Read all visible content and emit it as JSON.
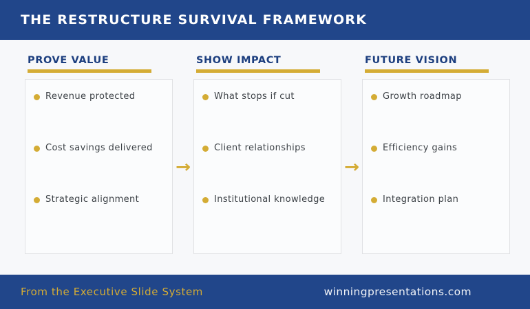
{
  "header": {
    "title": "THE RESTRUCTURE SURVIVAL FRAMEWORK"
  },
  "columns": [
    {
      "title": "PROVE VALUE",
      "items": [
        "Revenue protected",
        "Cost savings delivered",
        "Strategic alignment"
      ]
    },
    {
      "title": "SHOW IMPACT",
      "items": [
        "What stops if cut",
        "Client relationships",
        "Institutional knowledge"
      ]
    },
    {
      "title": "FUTURE VISION",
      "items": [
        "Growth roadmap",
        "Efficiency gains",
        "Integration plan"
      ]
    }
  ],
  "arrow": {
    "glyph": "→"
  },
  "footer": {
    "left": "From the Executive Slide System",
    "right": "winningpresentations.com"
  },
  "colors": {
    "navy": "#21468a",
    "gold": "#d4ac35",
    "heading_navy": "#1d3f7f",
    "body_text": "#3d4247",
    "page_bg": "#f7f8fa",
    "box_bg": "#fbfcfd",
    "box_border": "#e0e1e4"
  }
}
